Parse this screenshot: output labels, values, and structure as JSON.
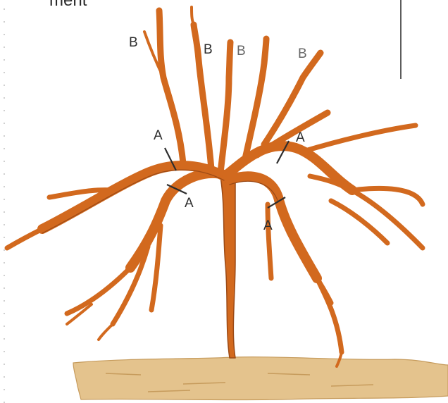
{
  "header_text": "ment",
  "labels": {
    "b1": "B",
    "b2": "B",
    "b3": "B",
    "b4": "B",
    "a1": "A",
    "a2": "A",
    "a3": "A",
    "a4": "A"
  },
  "colors": {
    "branch": "#d2691e",
    "branch_shadow": "#9b4a16",
    "ground": "#e4c38d",
    "ground_shadow": "#c69b5c",
    "text": "#2d2d2d"
  }
}
